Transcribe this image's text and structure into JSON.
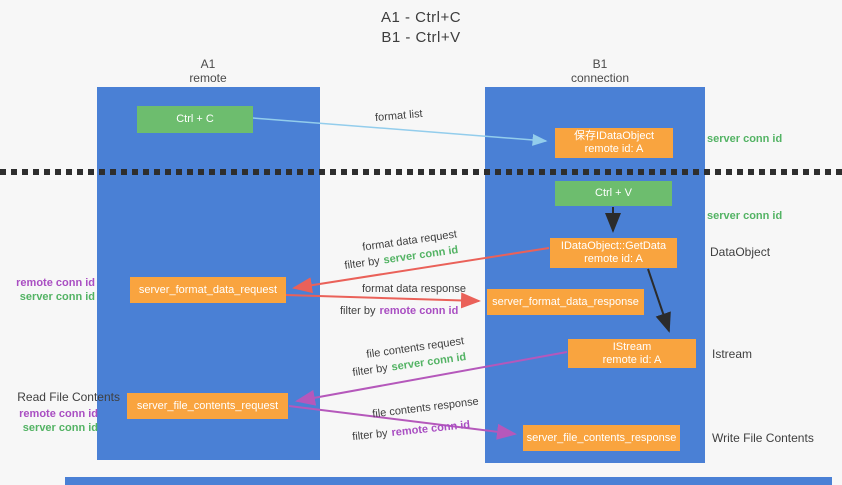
{
  "title": {
    "line1": "A1 - Ctrl+C",
    "line2": "B1 - Ctrl+V"
  },
  "columns": {
    "left": {
      "name": "A1",
      "subtitle": "remote"
    },
    "right": {
      "name": "B1",
      "subtitle": "connection"
    }
  },
  "nodes": {
    "ctrl_c": {
      "label": "Ctrl + C"
    },
    "save_dataobject": {
      "line1": "保存IDataObject",
      "line2": "remote id: A"
    },
    "ctrl_v": {
      "label": "Ctrl + V"
    },
    "getdata": {
      "line1": "IDataObject::GetData",
      "line2": "remote id: A"
    },
    "server_format_data_request": {
      "label": "server_format_data_request"
    },
    "server_format_data_response": {
      "label": "server_format_data_response"
    },
    "istream": {
      "line1": "IStream",
      "line2": "remote id: A"
    },
    "server_file_contents_request": {
      "label": "server_file_contents_request"
    },
    "server_file_contents_response": {
      "label": "server_file_contents_response"
    }
  },
  "side_labels": {
    "server_conn_id": "server conn id",
    "remote_conn_id": "remote conn id",
    "dataobject": "DataObject",
    "istream": "Istream",
    "read_file_contents": "Read File Contents",
    "write_file_contents": "Write File Contents"
  },
  "arrow_labels": {
    "format_list": "format list",
    "format_data_request": "format data request",
    "format_data_response": "format data response",
    "file_contents_request": "file contents request",
    "file_contents_response": "file contents response",
    "filter_by": "filter by",
    "server_conn_id": "server conn id",
    "remote_conn_id": "remote conn id"
  },
  "colors": {
    "column_blue": "#4a80d5",
    "box_green": "#6dbd6e",
    "box_orange": "#f9a43f",
    "accent_green": "#53b364",
    "accent_purple": "#a94ec2",
    "arrow_blue": "#93cdec",
    "arrow_salmon": "#ea6159",
    "arrow_magenta": "#b558bb",
    "arrow_black": "#2b2b2b"
  }
}
